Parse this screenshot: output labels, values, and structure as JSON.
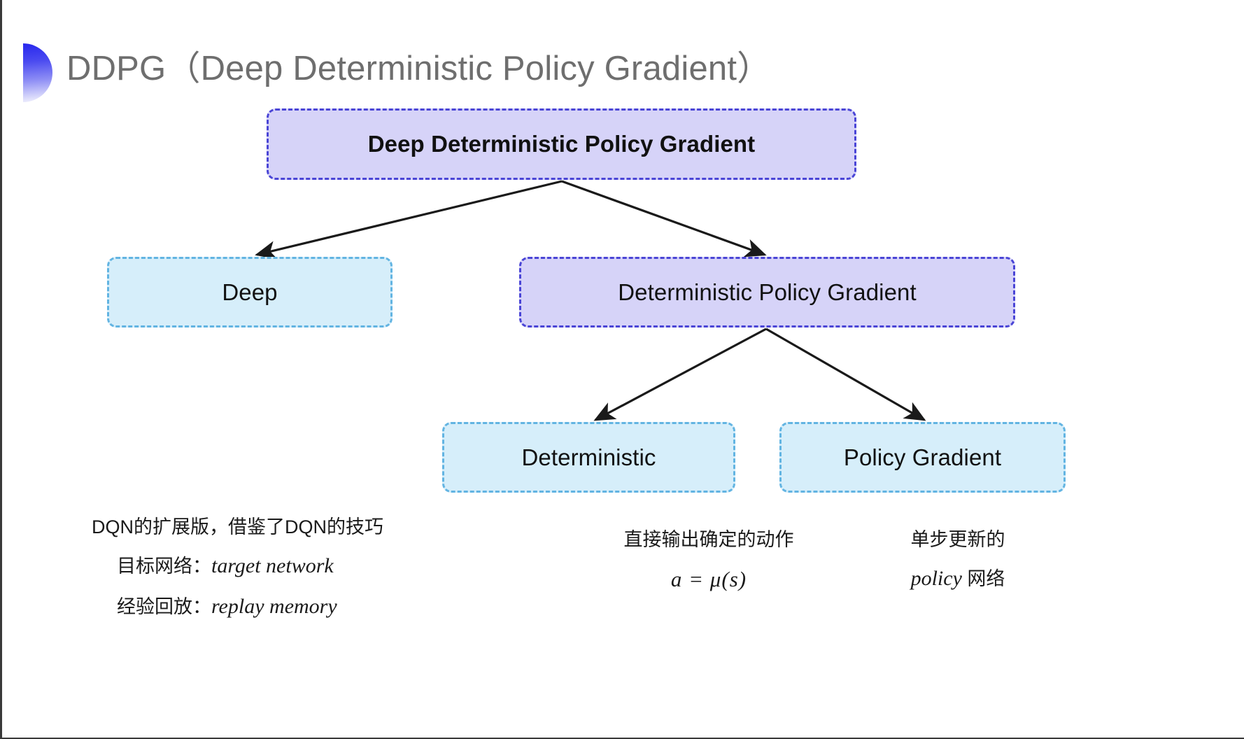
{
  "slide": {
    "title": "DDPG（Deep Deterministic Policy Gradient）",
    "background_color": "#ffffff",
    "title_color": "#6e6e6e",
    "decoration": "blue-half-ellipse-bullet"
  },
  "colors": {
    "purple_fill": "#d6d3f8",
    "purple_border": "#4a45d6",
    "blue_fill": "#d6eefa",
    "blue_border": "#62b4e2",
    "arrow": "#1a1a1a",
    "text": "#111111"
  },
  "diagram": {
    "type": "tree",
    "nodes": [
      {
        "id": "root",
        "label": "Deep Deterministic Policy Gradient",
        "style": "purple"
      },
      {
        "id": "deep",
        "label": "Deep",
        "style": "blue"
      },
      {
        "id": "dpg",
        "label": "Deterministic Policy Gradient",
        "style": "purple"
      },
      {
        "id": "deterministic",
        "label": "Deterministic",
        "style": "blue"
      },
      {
        "id": "policy_gradient",
        "label": "Policy Gradient",
        "style": "blue"
      }
    ],
    "edges": [
      {
        "from": "root",
        "to": "deep"
      },
      {
        "from": "root",
        "to": "dpg"
      },
      {
        "from": "dpg",
        "to": "deterministic"
      },
      {
        "from": "dpg",
        "to": "policy_gradient"
      }
    ]
  },
  "captions": {
    "left": {
      "line1": "DQN的扩展版，借鉴了DQN的技巧",
      "line2_label": "目标网络：",
      "line2_term": "target network",
      "line3_label": "经验回放：",
      "line3_term": "replay memory"
    },
    "middle": {
      "line1": "直接输出确定的动作",
      "formula": "a = μ(s)"
    },
    "right": {
      "line1": "单步更新的",
      "line2_term": "policy",
      "line2_suffix": " 网络"
    }
  }
}
